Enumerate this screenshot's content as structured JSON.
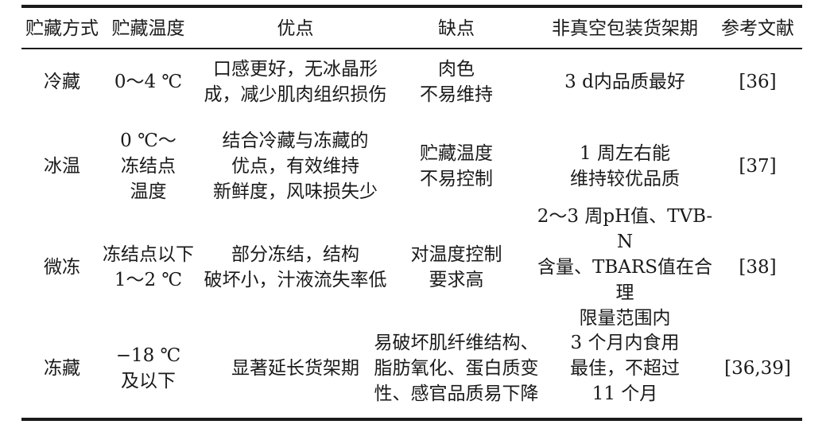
{
  "table": {
    "headers": [
      "贮藏方式",
      "贮藏温度",
      "优点",
      "缺点",
      "非真空包装货架期",
      "参考文献"
    ],
    "rows": [
      {
        "method": "冷藏",
        "temperature": "0～4 ℃",
        "advantages": "口感更好，无冰晶形\n成，减少肌肉组织损伤",
        "disadvantages": "肉色\n不易维持",
        "shelf_life": "3 d内品质最好",
        "reference": "[36]"
      },
      {
        "method": "冰温",
        "temperature": "0 ℃～\n冻结点\n温度",
        "advantages": "结合冷藏与冻藏的\n优点，有效维持\n新鲜度，风味损失少",
        "disadvantages": "贮藏温度\n不易控制",
        "shelf_life": "1 周左右能\n维持较优品质",
        "reference": "[37]"
      },
      {
        "method": "微冻",
        "temperature": "冻结点以下\n1～2 ℃",
        "advantages": "部分冻结，结构\n破坏小，汁液流失率低",
        "disadvantages": "对温度控制\n要求高",
        "shelf_life": "2～3 周pH值、TVB-N\n含量、TBARS值在合理\n限量范围内",
        "reference": "[38]"
      },
      {
        "method": "冻藏",
        "temperature": "−18 ℃\n及以下",
        "advantages": "显著延长货架期",
        "disadvantages": "易破坏肌纤维结构、\n脂肪氧化、蛋白质变\n性、感官品质易下降",
        "shelf_life": "3 个月内食用\n最佳，不超过\n11 个月",
        "reference": "[36,39]"
      }
    ]
  }
}
